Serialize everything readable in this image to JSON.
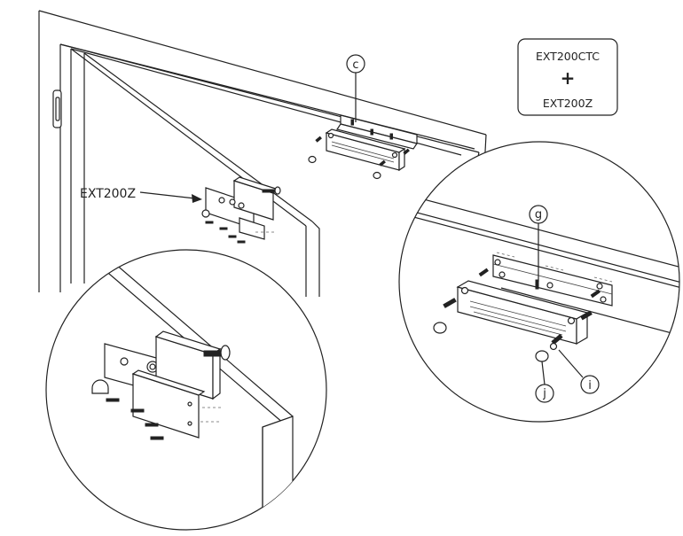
{
  "product_box": {
    "line1": "EXT200CTC",
    "plus": "+",
    "line2": "EXT200Z"
  },
  "callouts": {
    "c": "c",
    "g": "g",
    "i": "i",
    "j": "j"
  },
  "labels": {
    "bracket_label": "EXT200Z"
  }
}
